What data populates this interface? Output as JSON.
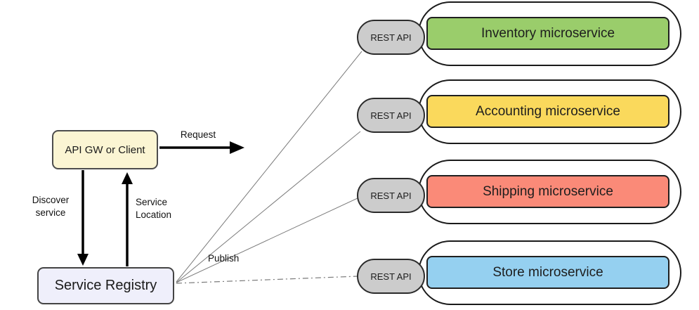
{
  "diagram": {
    "nodes": {
      "api_gateway": {
        "label": "API GW or Client",
        "fill": "#FBF5D3"
      },
      "service_registry": {
        "label": "Service Registry",
        "fill": "#EFEFFB"
      }
    },
    "edge_labels": {
      "request": "Request",
      "discover": "Discover\nservice",
      "service_location": "Service\nLocation",
      "publish": "Publish"
    }
  },
  "services": [
    {
      "name": "Inventory microservice",
      "api_label": "REST API",
      "color": "#9ACD6B"
    },
    {
      "name": "Accounting microservice",
      "api_label": "REST API",
      "color": "#FAD95C"
    },
    {
      "name": "Shipping microservice",
      "api_label": "REST API",
      "color": "#FA8A78"
    },
    {
      "name": "Store microservice",
      "api_label": "REST API",
      "color": "#95D0F0"
    }
  ],
  "colors": {
    "rest_pill": "#CCCCCC",
    "capsule_fill": "#FFFFFF",
    "publish_line": "#7a7a7a",
    "arrow": "#000000"
  }
}
